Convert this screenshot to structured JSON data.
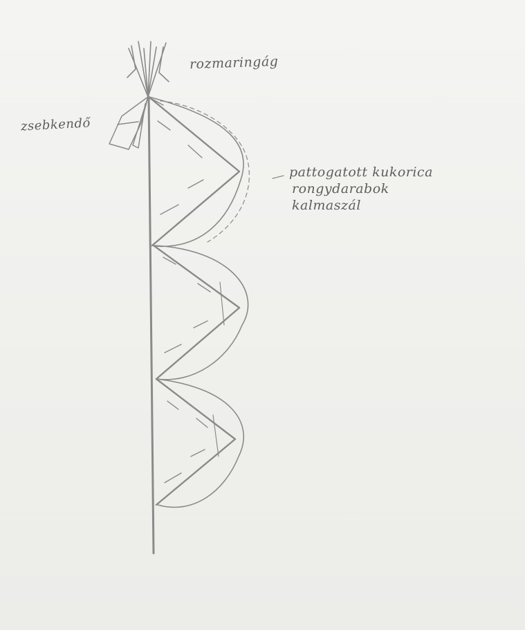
{
  "labels": {
    "rozmaring": "rozmaringág",
    "zsebkendo": "zsebkendő",
    "popcorn_line1": "pattogatott kukorica",
    "popcorn_line2": "rongydarabok",
    "popcorn_line3": "kalmaszál"
  },
  "colors": {
    "paper": "#f1f1ef",
    "pencil": "#8a8a88",
    "text": "#5e5e5c"
  }
}
